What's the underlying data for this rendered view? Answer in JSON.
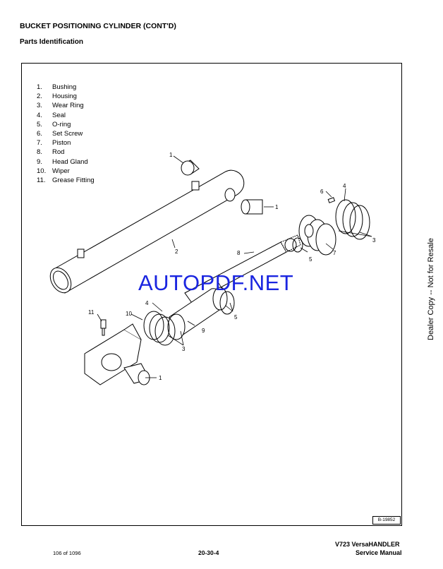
{
  "header": {
    "title": "BUCKET POSITIONING CYLINDER (CONT'D)",
    "subtitle": "Parts Identification"
  },
  "parts_list": [
    {
      "num": "1.",
      "name": "Bushing"
    },
    {
      "num": "2.",
      "name": "Housing"
    },
    {
      "num": "3.",
      "name": "Wear Ring"
    },
    {
      "num": "4.",
      "name": "Seal"
    },
    {
      "num": "5.",
      "name": "O-ring"
    },
    {
      "num": "6.",
      "name": "Set Screw"
    },
    {
      "num": "7.",
      "name": "Piston"
    },
    {
      "num": "8.",
      "name": "Rod"
    },
    {
      "num": "9.",
      "name": "Head Gland"
    },
    {
      "num": "10.",
      "name": "Wiper"
    },
    {
      "num": "11.",
      "name": "Grease Fitting"
    }
  ],
  "callouts": {
    "c1a": "1",
    "c1b": "1",
    "c1c": "1",
    "c2": "2",
    "c3a": "3",
    "c3b": "3",
    "c4a": "4",
    "c4b": "4",
    "c5a": "5",
    "c5b": "5",
    "c6": "6",
    "c7": "7",
    "c8": "8",
    "c9": "9",
    "c10": "10",
    "c11": "11"
  },
  "watermark": "AUTOPDF.NET",
  "side_note": "Dealer Copy -- Not for Resale",
  "drawing_id": "B-19852",
  "footer": {
    "page_count": "106 of 1096",
    "page_number": "20-30-4",
    "model": "V723 VersaHANDLER",
    "manual": "Service Manual"
  },
  "colors": {
    "watermark": "#1a25e0",
    "line": "#000000",
    "background": "#ffffff"
  }
}
